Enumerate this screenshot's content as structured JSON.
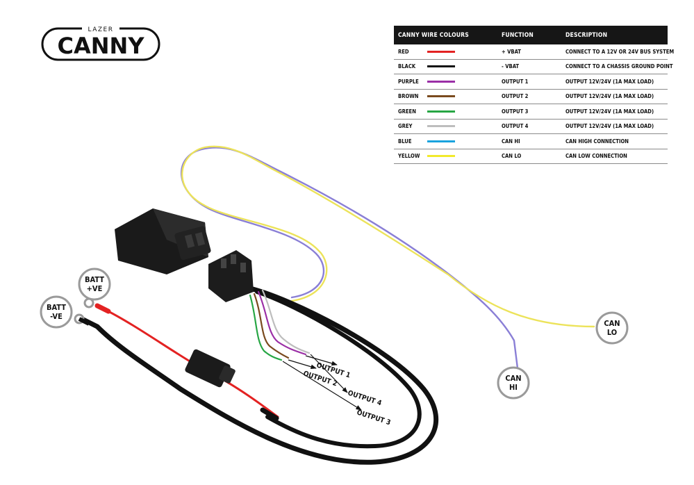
{
  "brand": {
    "name": "CANNY",
    "maker": "LAZER"
  },
  "table": {
    "headers": [
      "CANNY WIRE COLOURS",
      "FUNCTION",
      "DESCRIPTION"
    ],
    "rows": [
      {
        "colour": "RED",
        "hex": "#e32222",
        "function": "+ VBAT",
        "description": "CONNECT TO A 12V OR 24V BUS SYSTEM"
      },
      {
        "colour": "BLACK",
        "hex": "#111111",
        "function": "- VBAT",
        "description": "CONNECT TO A CHASSIS GROUND POINT"
      },
      {
        "colour": "PURPLE",
        "hex": "#9b2fa6",
        "function": "OUTPUT 1",
        "description": "OUTPUT 12V/24V (1A MAX LOAD)"
      },
      {
        "colour": "BROWN",
        "hex": "#7a4a1e",
        "function": "OUTPUT 2",
        "description": "OUTPUT 12V/24V (1A MAX LOAD)"
      },
      {
        "colour": "GREEN",
        "hex": "#27a644",
        "function": "OUTPUT 3",
        "description": "OUTPUT 12V/24V (1A MAX LOAD)"
      },
      {
        "colour": "GREY",
        "hex": "#bdbdbd",
        "function": "OUTPUT 4",
        "description": "OUTPUT 12V/24V (1A MAX LOAD)"
      },
      {
        "colour": "BLUE",
        "hex": "#1aa3de",
        "function": "CAN HI",
        "description": "CAN HIGH CONNECTION"
      },
      {
        "colour": "YELLOW",
        "hex": "#f2ea2c",
        "function": "CAN LO",
        "description": "CAN LOW CONNECTION"
      }
    ]
  },
  "labels": {
    "batt_pos": [
      "BATT",
      "+VE"
    ],
    "batt_neg": [
      "BATT",
      "-VE"
    ],
    "can_hi": [
      "CAN",
      "HI"
    ],
    "can_lo": [
      "CAN",
      "LO"
    ],
    "output1": "OUTPUT 1",
    "output2": "OUTPUT 2",
    "output3": "OUTPUT 3",
    "output4": "OUTPUT 4"
  },
  "colors": {
    "can_purple": "#8a7fd6",
    "can_yellow": "#ece35a",
    "harness": "#111111"
  }
}
